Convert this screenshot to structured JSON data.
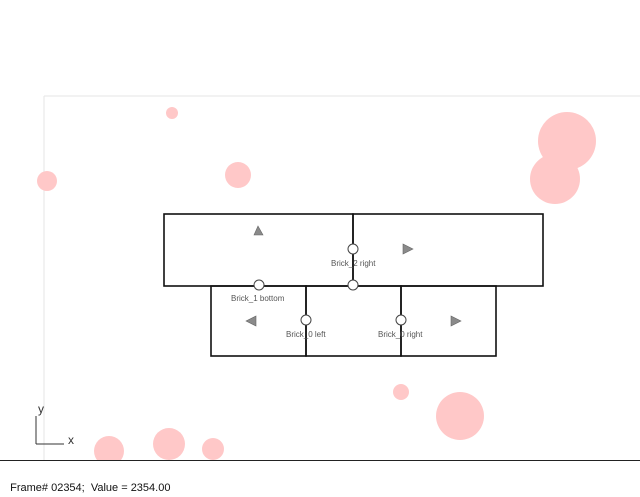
{
  "viewport": {
    "labels": {
      "brick2_right": "Brick_2 right",
      "brick1_bottom": "Brick_1 bottom",
      "brick0_left": "Brick_0 left",
      "brick0_right": "Brick_0 right"
    },
    "axes": {
      "x": "x",
      "y": "y"
    },
    "colors": {
      "particle": "#ffc8c8",
      "outline": "#111111",
      "arrow": "#8a8a8a",
      "frame": "#e6e6e6"
    }
  },
  "status": {
    "text": "Frame# 02354;  Value = 2354.00"
  }
}
